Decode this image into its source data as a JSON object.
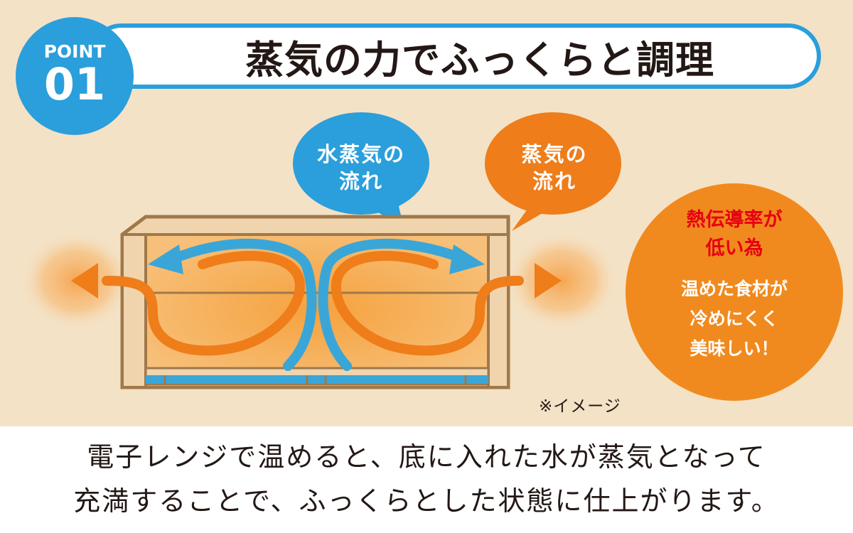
{
  "badge": {
    "label": "POINT",
    "number": "01"
  },
  "title": "蒸気の力でふっくらと調理",
  "bubbles": {
    "water_vapor": {
      "line1": "水蒸気の",
      "line2": "流れ",
      "color": "#2a9fdb"
    },
    "steam": {
      "line1": "蒸気の",
      "line2": "流れ",
      "color": "#ee7d1a"
    }
  },
  "circle": {
    "heading_line1": "熱伝導率が",
    "heading_line2": "低い為",
    "body_line1": "温めた食材が",
    "body_line2": "冷めにくく",
    "body_line3": "美味しい！",
    "heading_color": "#e60012",
    "fill_color": "#f18a1e"
  },
  "note": "※イメージ",
  "description": {
    "line1": "電子レンジで温めると、底に入れた水が蒸気となって",
    "line2": "充満することで、ふっくらとした状態に仕上がります。"
  },
  "colors": {
    "background": "#f4e2c6",
    "accent_blue": "#2a9fdb",
    "accent_orange": "#ee7d1a",
    "container_frame": "#a0784a"
  }
}
